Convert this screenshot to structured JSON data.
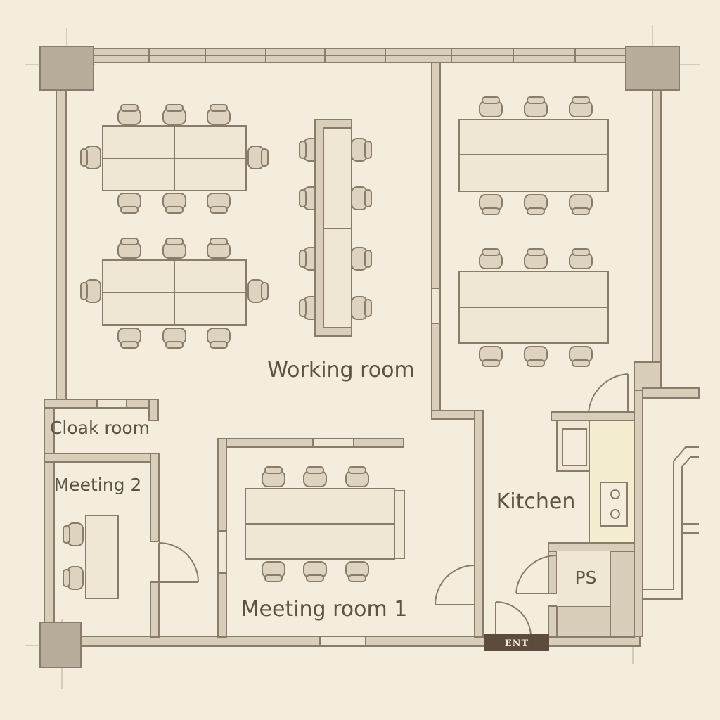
{
  "rooms": {
    "working_room": "Working room",
    "cloak_room": "Cloak room",
    "meeting_2": "Meeting 2",
    "meeting_room_1": "Meeting room 1",
    "kitchen": "Kitchen",
    "ps": "PS"
  },
  "entrance": {
    "label": "ENT"
  },
  "colors": {
    "paper": "#f4ecdc",
    "wall": "#d9ceb9",
    "stroke": "#8a7c6a",
    "column": "#b8ad9a",
    "furniture": "#efe7d4",
    "chair": "#ddd3bf",
    "text": "#5d5246",
    "entrance_fill": "#5d4b3c",
    "kitchen_counter": "#f4edcf"
  }
}
